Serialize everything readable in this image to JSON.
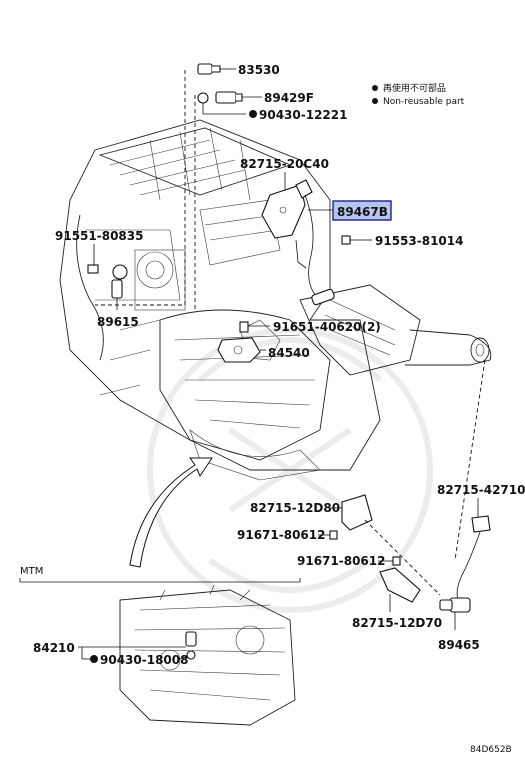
{
  "diagram_id": "84D652B",
  "legend": {
    "non_reusable_jp": "再使用不可部品",
    "non_reusable_en": "Non-reusable part",
    "bullet": "●"
  },
  "section_label": "MTM",
  "parts": [
    {
      "id": "p83530",
      "label": "83530",
      "highlight": false,
      "non_reusable": false
    },
    {
      "id": "p89429F",
      "label": "89429F",
      "highlight": false,
      "non_reusable": false
    },
    {
      "id": "p90430_12221",
      "label": "90430-12221",
      "highlight": false,
      "non_reusable": true
    },
    {
      "id": "p82715_20C40",
      "label": "82715-20C40",
      "highlight": false,
      "non_reusable": false
    },
    {
      "id": "p89467B",
      "label": "89467B",
      "highlight": true,
      "non_reusable": false
    },
    {
      "id": "p91553_81014",
      "label": "91553-81014",
      "highlight": false,
      "non_reusable": false
    },
    {
      "id": "p91551_80835",
      "label": "91551-80835",
      "highlight": false,
      "non_reusable": false
    },
    {
      "id": "p89615",
      "label": "89615",
      "highlight": false,
      "non_reusable": false
    },
    {
      "id": "p91651_40620",
      "label": "91651-40620(2)",
      "highlight": false,
      "non_reusable": false
    },
    {
      "id": "p84540",
      "label": "84540",
      "highlight": false,
      "non_reusable": false
    },
    {
      "id": "p82715_12D80",
      "label": "82715-12D80",
      "highlight": false,
      "non_reusable": false
    },
    {
      "id": "p91671_80612_a",
      "label": "91671-80612",
      "highlight": false,
      "non_reusable": false
    },
    {
      "id": "p91671_80612_b",
      "label": "91671-80612",
      "highlight": false,
      "non_reusable": false
    },
    {
      "id": "p82715_12D70",
      "label": "82715-12D70",
      "highlight": false,
      "non_reusable": false
    },
    {
      "id": "p82715_42710",
      "label": "82715-42710",
      "highlight": false,
      "non_reusable": false
    },
    {
      "id": "p89465",
      "label": "89465",
      "highlight": false,
      "non_reusable": false
    },
    {
      "id": "p84210",
      "label": "84210",
      "highlight": false,
      "non_reusable": false
    },
    {
      "id": "p90430_18008",
      "label": "90430-18008",
      "highlight": false,
      "non_reusable": true
    }
  ],
  "colors": {
    "highlight_fill": "#b8c4f0",
    "highlight_border": "#1a237e",
    "ink": "#111111"
  }
}
